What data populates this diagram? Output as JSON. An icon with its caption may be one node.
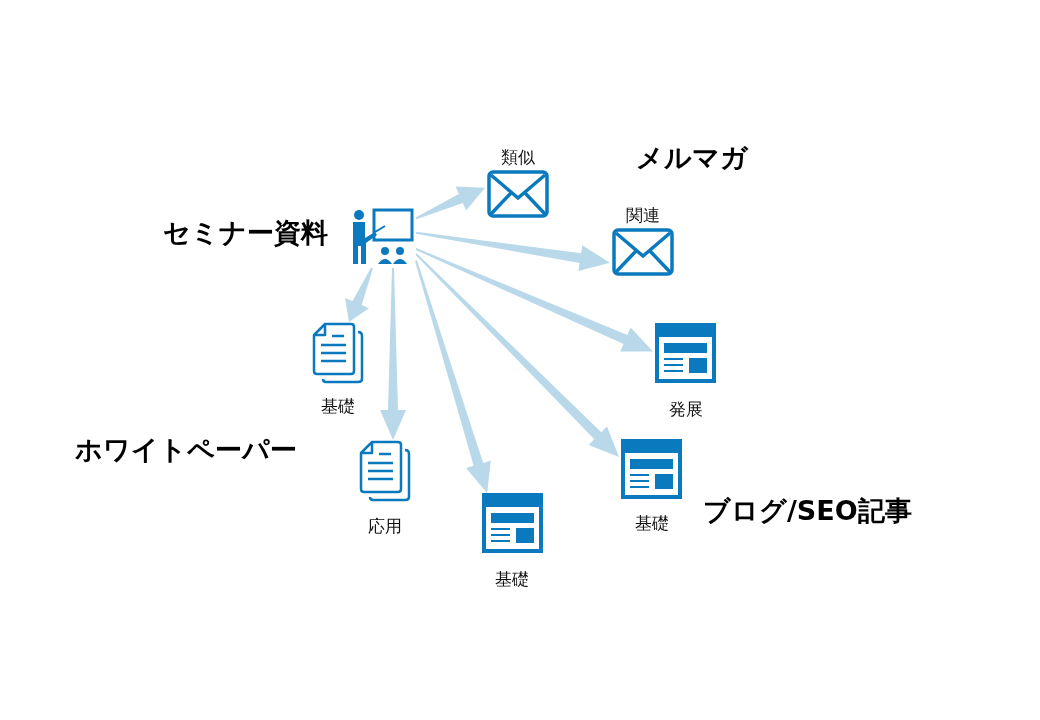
{
  "diagram": {
    "nodes": [
      {
        "text": [],
        "shape": "picture",
        "beside": [
          "セミナー資料"
        ]
      },
      {
        "text": [
          "類似"
        ]
      },
      {
        "text": [
          "関連"
        ]
      },
      {
        "text": [
          "基礎"
        ]
      },
      {
        "text": [
          "応用"
        ]
      },
      {
        "text": [
          "基礎"
        ]
      },
      {
        "text": [
          "基礎"
        ]
      },
      {
        "text": [
          "発展"
        ]
      }
    ],
    "edges": [
      {
        "from": 0,
        "to": 1,
        "arrow": "to"
      },
      {
        "from": 0,
        "to": 2,
        "arrow": "to"
      },
      {
        "from": 0,
        "to": 3,
        "arrow": "to"
      },
      {
        "from": 0,
        "to": 4,
        "arrow": "to"
      },
      {
        "from": 0,
        "to": 5,
        "arrow": "to"
      },
      {
        "from": 0,
        "to": 6,
        "arrow": "to"
      },
      {
        "from": 0,
        "to": 7,
        "arrow": "to"
      }
    ],
    "labels": [
      "メルマガ",
      "ホワイトペーパー",
      "ブログ/SEO記事"
    ]
  }
}
